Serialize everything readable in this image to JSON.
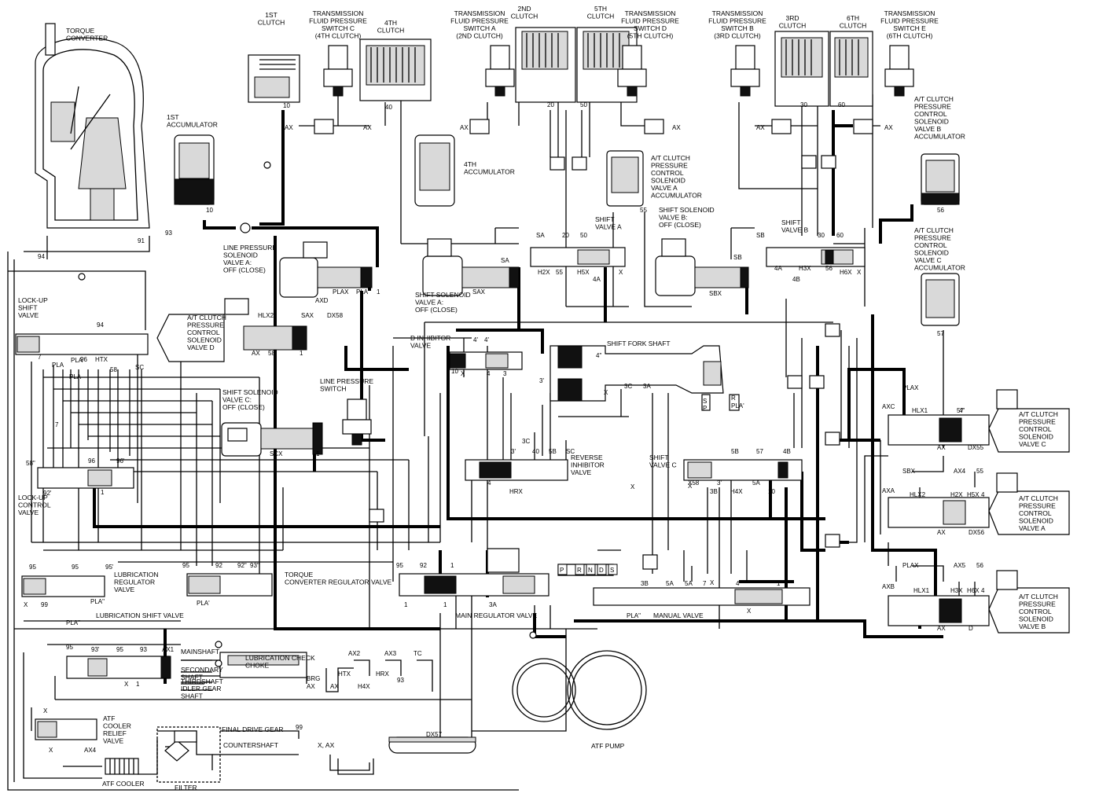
{
  "components": [
    {
      "key": "torque_converter",
      "lines": [
        "TORQUE",
        "CONVERTER"
      ]
    },
    {
      "key": "clutch_1st",
      "lines": [
        "1ST",
        "CLUTCH"
      ]
    },
    {
      "key": "sw_c",
      "lines": [
        "TRANSMISSION",
        "FLUID PRESSURE",
        "SWITCH C",
        "(4TH CLUTCH)"
      ]
    },
    {
      "key": "clutch_4th",
      "lines": [
        "4TH",
        "CLUTCH"
      ]
    },
    {
      "key": "sw_a",
      "lines": [
        "TRANSMISSION",
        "FLUID PRESSURE",
        "SWITCH A",
        "(2ND CLUTCH)"
      ]
    },
    {
      "key": "clutch_2nd",
      "lines": [
        "2ND",
        "CLUTCH"
      ]
    },
    {
      "key": "clutch_5th",
      "lines": [
        "5TH",
        "CLUTCH"
      ]
    },
    {
      "key": "sw_d",
      "lines": [
        "TRANSMISSION",
        "FLUID PRESSURE",
        "SWITCH D",
        "(5TH CLUTCH)"
      ]
    },
    {
      "key": "sw_b",
      "lines": [
        "TRANSMISSION",
        "FLUID PRESSURE",
        "SWITCH B",
        "(3RD CLUTCH)"
      ]
    },
    {
      "key": "clutch_3rd",
      "lines": [
        "3RD",
        "CLUTCH"
      ]
    },
    {
      "key": "clutch_6th",
      "lines": [
        "6TH",
        "CLUTCH"
      ]
    },
    {
      "key": "sw_e",
      "lines": [
        "TRANSMISSION",
        "FLUID PRESSURE",
        "SWITCH E",
        "(6TH CLUTCH)"
      ]
    },
    {
      "key": "acc_1st",
      "lines": [
        "1ST",
        "ACCUMULATOR"
      ]
    },
    {
      "key": "acc_4th",
      "lines": [
        "4TH",
        "ACCUMULATOR"
      ]
    },
    {
      "key": "acc_a",
      "lines": [
        "A/T CLUTCH",
        "PRESSURE",
        "CONTROL",
        "SOLENOID",
        "VALVE A",
        "ACCUMULATOR"
      ]
    },
    {
      "key": "acc_b",
      "lines": [
        "A/T CLUTCH",
        "PRESSURE",
        "CONTROL",
        "SOLENOID",
        "VALVE B",
        "ACCUMULATOR"
      ]
    },
    {
      "key": "acc_c",
      "lines": [
        "A/T CLUTCH",
        "PRESSURE",
        "CONTROL",
        "SOLENOID",
        "VALVE C",
        "ACCUMULATOR"
      ]
    },
    {
      "key": "lp_sol_a",
      "lines": [
        "LINE PRESSURE",
        "SOLENOID",
        "VALVE A:",
        "OFF (CLOSE)"
      ]
    },
    {
      "key": "shift_sol_a",
      "lines": [
        "SHIFT SOLENOID",
        "VALVE A:",
        "OFF (CLOSE)"
      ]
    },
    {
      "key": "shift_valve_a",
      "lines": [
        "SHIFT",
        "VALVE A"
      ]
    },
    {
      "key": "shift_sol_b",
      "lines": [
        "SHIFT SOLENOID",
        "VALVE B:",
        "OFF (CLOSE)"
      ]
    },
    {
      "key": "shift_valve_b",
      "lines": [
        "SHIFT",
        "VALVE B"
      ]
    },
    {
      "key": "lockup_shift",
      "lines": [
        "LOCK-UP",
        "SHIFT",
        "VALVE"
      ]
    },
    {
      "key": "atc_sol_d",
      "lines": [
        "A/T CLUTCH",
        "PRESSURE",
        "CONTROL",
        "SOLENOID",
        "VALVE D"
      ]
    },
    {
      "key": "d_inhibitor",
      "lines": [
        "D INHIBITOR",
        "VALVE"
      ]
    },
    {
      "key": "shift_fork",
      "lines": [
        "SHIFT FORK SHAFT"
      ]
    },
    {
      "key": "shift_sol_c",
      "lines": [
        "SHIFT SOLENOID",
        "VALVE C:",
        "OFF (CLOSE)"
      ]
    },
    {
      "key": "lp_switch",
      "lines": [
        "LINE PRESSURE",
        "SWITCH"
      ]
    },
    {
      "key": "reverse_inhibitor",
      "lines": [
        "REVERSE",
        "INHIBITOR",
        "VALVE"
      ]
    },
    {
      "key": "shift_valve_c",
      "lines": [
        "SHIFT",
        "VALVE C"
      ]
    },
    {
      "key": "atc_sol_c",
      "lines": [
        "A/T CLUTCH",
        "PRESSURE",
        "CONTROL",
        "SOLENOID",
        "VALVE C"
      ]
    },
    {
      "key": "atc_sol_a",
      "lines": [
        "A/T CLUTCH",
        "PRESSURE",
        "CONTROL",
        "SOLENOID",
        "VALVE A"
      ]
    },
    {
      "key": "atc_sol_b",
      "lines": [
        "A/T CLUTCH",
        "PRESSURE",
        "CONTROL",
        "SOLENOID",
        "VALVE B"
      ]
    },
    {
      "key": "lockup_control",
      "lines": [
        "LOCK-UP",
        "CONTROL",
        "VALVE"
      ]
    },
    {
      "key": "lube_regulator",
      "lines": [
        "LUBRICATION",
        "REGULATOR",
        "VALVE"
      ]
    },
    {
      "key": "tc_regulator",
      "lines": [
        "TORQUE",
        "CONVERTER REGULATOR VALVE"
      ]
    },
    {
      "key": "main_regulator",
      "lines": [
        "MAIN REGULATOR VALVE"
      ]
    },
    {
      "key": "manual_valve",
      "lines": [
        "MANUAL VALVE"
      ]
    },
    {
      "key": "lube_shift",
      "lines": [
        "LUBRICATION SHIFT VALVE"
      ]
    },
    {
      "key": "mainshaft",
      "lines": [
        "MAINSHAFT"
      ]
    },
    {
      "key": "lube_choke",
      "lines": [
        "LUBRICATION CHECK",
        "CHOKE"
      ]
    },
    {
      "key": "secondary_shaft",
      "lines": [
        "SECONDARY",
        "SHAFT"
      ]
    },
    {
      "key": "thirdshaft",
      "lines": [
        "THIRDSHAFT"
      ]
    },
    {
      "key": "idler_shaft",
      "lines": [
        "IDLER GEAR",
        "SHAFT"
      ]
    },
    {
      "key": "atf_cooler_relief",
      "lines": [
        "ATF",
        "COOLER",
        "RELIEF",
        "VALVE"
      ]
    },
    {
      "key": "atf_cooler",
      "lines": [
        "ATF COOLER"
      ]
    },
    {
      "key": "filter",
      "lines": [
        "FILTER"
      ]
    },
    {
      "key": "final_drive",
      "lines": [
        "FINAL DRIVE GEAR"
      ]
    },
    {
      "key": "countershaft",
      "lines": [
        "COUNTERSHAFT"
      ]
    },
    {
      "key": "atf_pump",
      "lines": [
        "ATF PUMP"
      ]
    },
    {
      "key": "x_ax",
      "lines": [
        "X, AX"
      ]
    }
  ],
  "selector": [
    "P",
    "R",
    "N",
    "D",
    "S"
  ],
  "ports": [
    "10",
    "10",
    "93",
    "91",
    "94",
    "40",
    "20",
    "50",
    "30",
    "60",
    "AX",
    "AX",
    "AX",
    "AX",
    "AX",
    "AX",
    "55",
    "56",
    "57",
    "SA",
    "SA",
    "20",
    "50",
    "H2X",
    "55",
    "H5X",
    "4A",
    "X",
    "SB",
    "SB",
    "30",
    "60",
    "4A",
    "H3X",
    "4B",
    "56",
    "H6X",
    "X",
    "PLAX",
    "PLA",
    "1",
    "AXD",
    "SAX",
    "DX58",
    "HLX2",
    "AX",
    "58",
    "1",
    "SAX",
    "SBX",
    "94",
    "7",
    "PLA",
    "96",
    "HTX",
    "58",
    "SC",
    "PLA",
    "4'",
    "10",
    "X",
    "4'",
    "4",
    "3",
    "4\"",
    "3'",
    "X",
    "3C",
    "3A",
    "3C",
    "40",
    "5B",
    "SC",
    "3'",
    "4",
    "HRX",
    "5B",
    "57",
    "4B",
    "X",
    "3B",
    "H4X",
    "5A",
    "10",
    "X58",
    "3'",
    "96",
    "96'",
    "58\"",
    "92'",
    "1",
    "SCX",
    "1",
    "95",
    "95",
    "95'",
    "X",
    "99",
    "PLA\"",
    "PLA\"",
    "95",
    "92",
    "92\"",
    "93\"",
    "PLA'",
    "95",
    "92",
    "1",
    "1",
    "1",
    "3A",
    "3B",
    "5A",
    "5A",
    "7",
    "4",
    "1",
    "X",
    "PLA\"",
    "95",
    "93'",
    "95",
    "93",
    "X",
    "1",
    "AX1",
    "AX2",
    "AX3",
    "TC",
    "BRG",
    "AX",
    "HTX",
    "AX",
    "HRX",
    "H4X",
    "93",
    "X",
    "X",
    "AX4",
    "99",
    "DX57",
    "AXC",
    "PLAX",
    "HLX1",
    "57",
    "4\"",
    "AX",
    "DX55",
    "AXA",
    "SBX",
    "HLX2",
    "AX4",
    "55",
    "H2X",
    "H5X",
    "4",
    "AX",
    "DX56",
    "AXB",
    "PLAX",
    "HLX1",
    "AX5",
    "56",
    "H3X",
    "H6X",
    "4",
    "AX",
    "D",
    "S",
    "P",
    "R",
    "PLA'",
    "PLA'",
    "7",
    "X",
    "X"
  ]
}
